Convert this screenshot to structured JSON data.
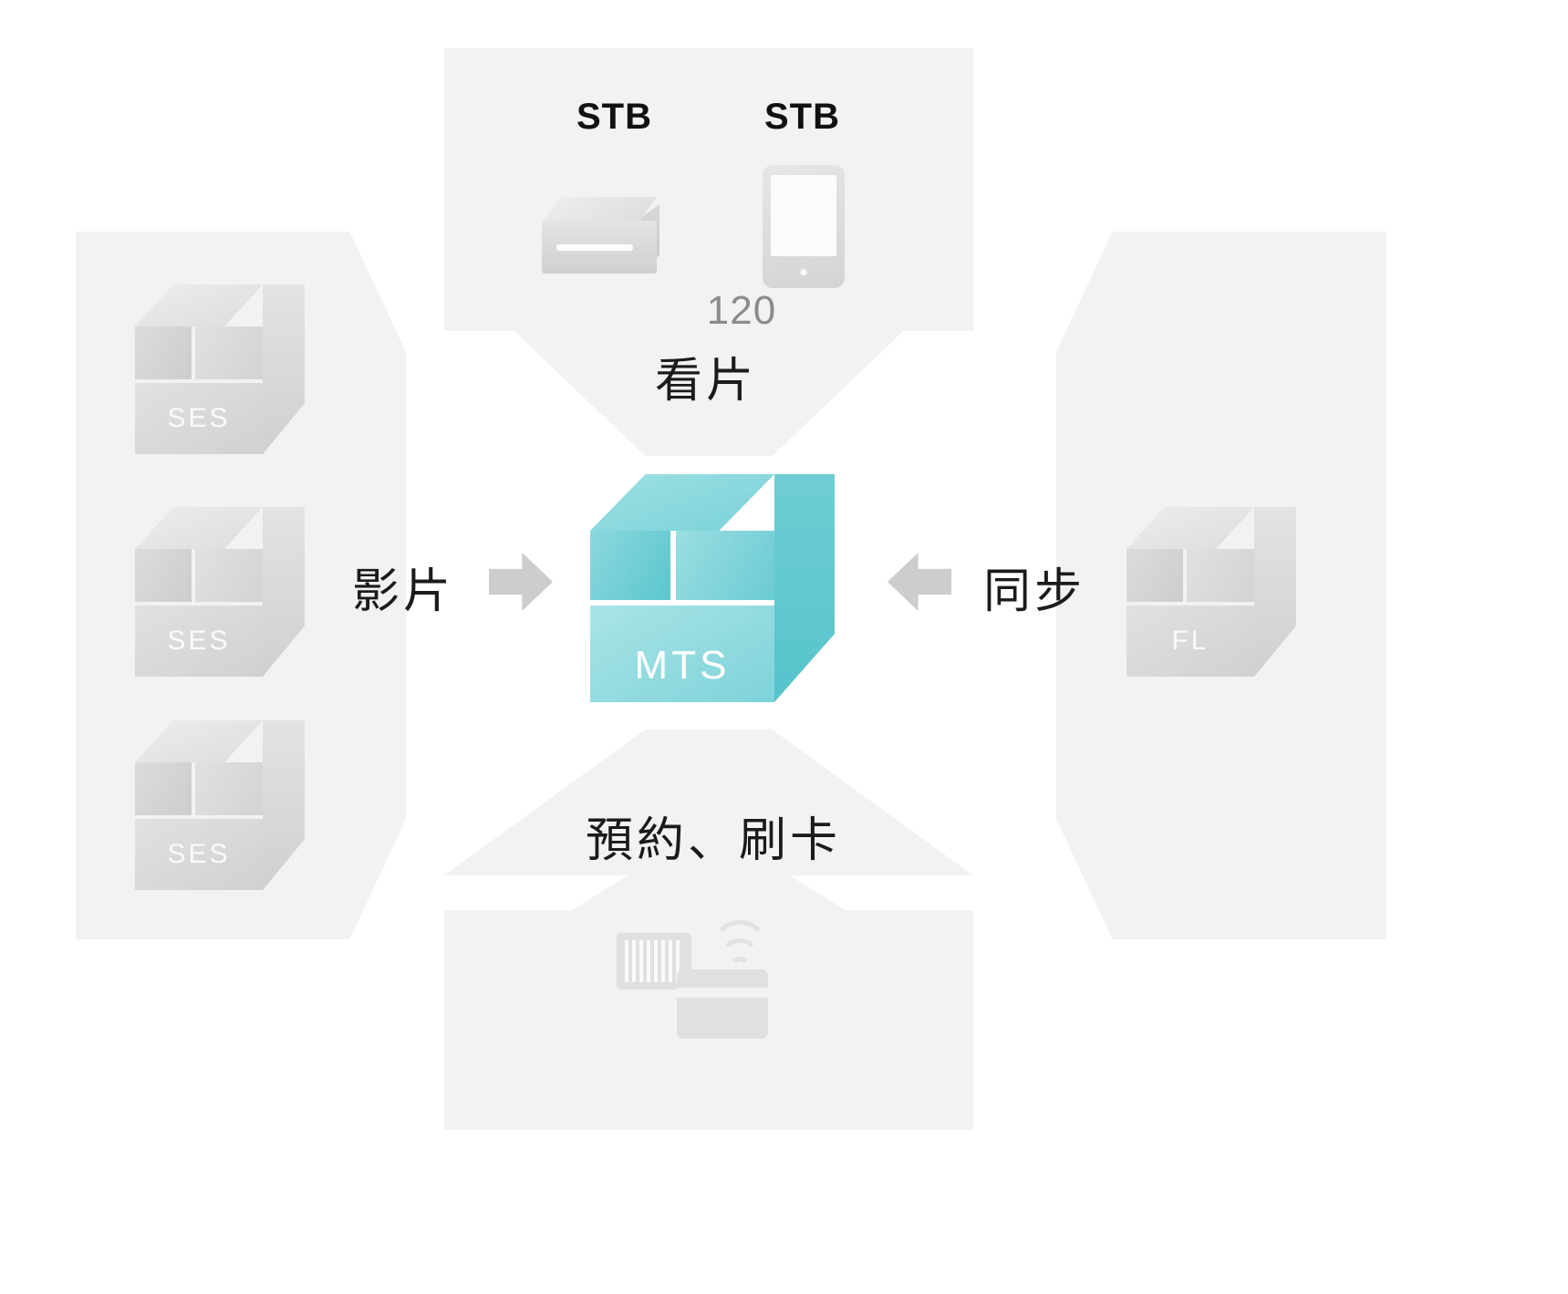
{
  "diagram": {
    "title": "MTS system architecture flow diagram",
    "center": {
      "node_id": "mts",
      "label": "MTS",
      "icon": "cube-icon",
      "color": "#7ed3d9"
    },
    "quadrants": {
      "top": {
        "name": "viewing-devices",
        "flow_label": "看片",
        "count": "120",
        "devices": [
          {
            "name": "set-top-box",
            "label": "STB",
            "icon": "set-top-box-icon"
          },
          {
            "name": "tablet",
            "label": "STB",
            "icon": "tablet-icon"
          }
        ]
      },
      "left": {
        "name": "content-sources",
        "flow_label": "影片",
        "arrow": "arrow-right-icon",
        "nodes": [
          {
            "label": "SES",
            "icon": "cube-icon"
          },
          {
            "label": "SES",
            "icon": "cube-icon"
          },
          {
            "label": "SES",
            "icon": "cube-icon"
          }
        ]
      },
      "right": {
        "name": "sync-source",
        "flow_label": "同步",
        "arrow": "arrow-left-icon",
        "nodes": [
          {
            "label": "FL",
            "icon": "cube-icon"
          }
        ]
      },
      "bottom": {
        "name": "booking-payment",
        "flow_label": "預約、刷卡",
        "icons": [
          {
            "name": "barcode",
            "icon": "barcode-icon"
          },
          {
            "name": "contactless",
            "icon": "nfc-wave-icon"
          },
          {
            "name": "credit-card",
            "icon": "credit-card-icon"
          }
        ]
      }
    },
    "colors": {
      "panel_background": "#f2f2f2",
      "page_background": "#ffffff",
      "accent_teal": "#7ed3d9",
      "node_grey": "#d8d9d9",
      "arrow_grey": "#cdcdcd",
      "text_dark": "#1b1b1b",
      "text_muted": "#8b8b8b"
    }
  }
}
